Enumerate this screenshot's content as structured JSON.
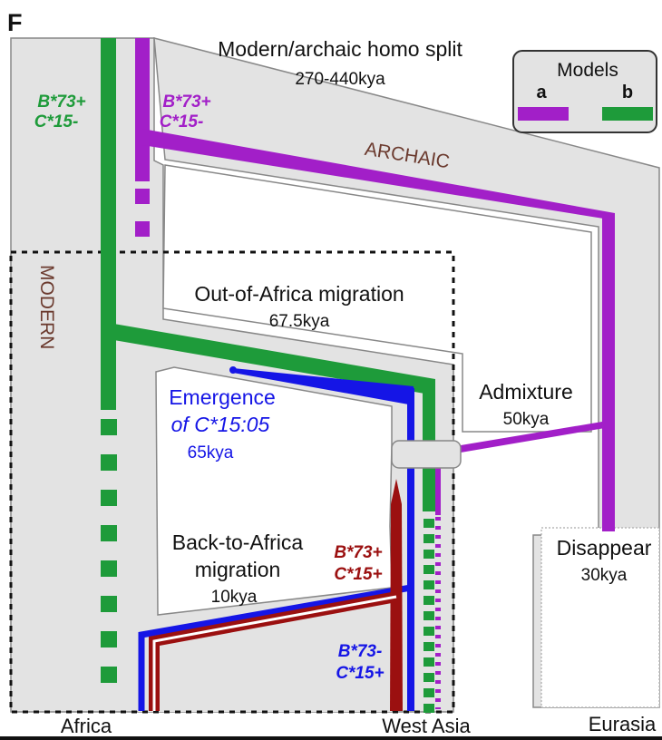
{
  "panel_letter": "F",
  "top_split": {
    "title": "Modern/archaic homo split",
    "date": "270-440kya"
  },
  "legend": {
    "title": "Models",
    "a_label": "a",
    "b_label": "b"
  },
  "colors": {
    "model_a": "#a21fc8",
    "model_b": "#1e9b3a",
    "blue": "#1515e6",
    "darkred": "#9b1010",
    "shade": "#e3e3e3",
    "label_brown": "#6b3a2e"
  },
  "labels": {
    "green_top_1": "B*73+",
    "green_top_2": "C*15-",
    "purple_top_1": "B*73+",
    "purple_top_2": "C*15-",
    "archaic": "ARCHAIC",
    "modern": "MODERN",
    "ooa_title": "Out-of-Africa migration",
    "ooa_date": "67.5kya",
    "emergence_1": "Emergence",
    "emergence_2": "of C*15:05",
    "emergence_date": "65kya",
    "admixture": "Admixture",
    "admixture_date": "50kya",
    "back_1": "Back-to-Africa",
    "back_2": "migration",
    "back_date": "10kya",
    "red_1": "B*73+",
    "red_2": "C*15+",
    "blue_1": "B*73-",
    "blue_2": "C*15+",
    "disappear": "Disappear",
    "disappear_date": "30kya"
  },
  "regions": {
    "africa": "Africa",
    "west_asia": "West Asia",
    "eurasia": "Eurasia"
  }
}
